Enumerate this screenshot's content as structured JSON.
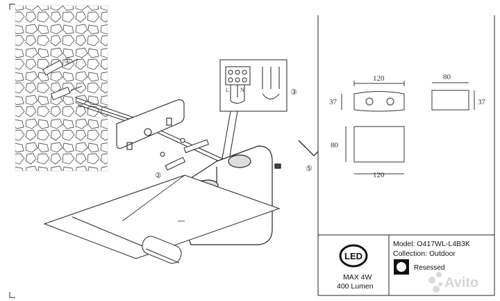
{
  "callouts": [
    "①",
    "②",
    "③",
    "④",
    "⑤"
  ],
  "dimensions": {
    "top_width": "120",
    "top_height": "37",
    "side_width": "80",
    "side_height": "37",
    "front_height": "80",
    "front_width": "120"
  },
  "wiring": {
    "terminals": [
      "L",
      "N"
    ]
  },
  "spec": {
    "badge": "LED",
    "power": "MAX 4W",
    "lumen": "400 Lumen",
    "model": "Model: O417WL-L4B3K",
    "collection": "Collection: Outdoor",
    "mount": "Resessed"
  },
  "watermark": "Avito"
}
